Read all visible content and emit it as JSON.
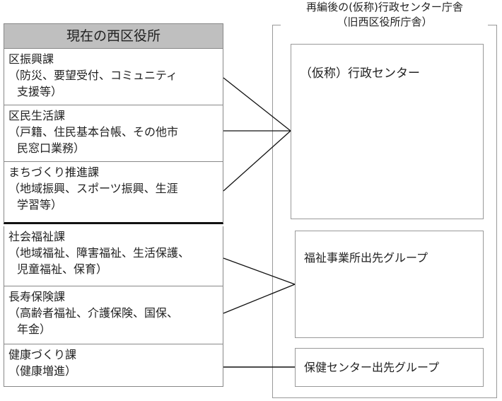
{
  "left": {
    "header": "現在の西区役所",
    "rows": [
      {
        "name": "区振興課",
        "detail": [
          "（防災、要望受付、コミュニティ",
          "支援等）"
        ]
      },
      {
        "name": "区民生活課",
        "detail": [
          "（戸籍、住民基本台帳、その他市",
          "民窓口業務）"
        ]
      },
      {
        "name": "まちづくり推進課",
        "detail": [
          "（地域振興、スポーツ振興、生涯",
          "学習等）"
        ]
      },
      {
        "name": "社会福祉課",
        "detail": [
          "（地域福祉、障害福祉、生活保護、",
          "児童福祉、保育）"
        ]
      },
      {
        "name": "長寿保険課",
        "detail": [
          "（高齢者福祉、介護保険、国保、",
          "年金）"
        ]
      },
      {
        "name": "健康づくり課",
        "detail": [
          "（健康増進）"
        ]
      }
    ]
  },
  "right": {
    "title_line1": "再編後の(仮称)行政センター庁舎",
    "title_line2": "（旧西区役所庁舎）",
    "boxes": [
      "（仮称）行政センター",
      "福祉事業所出先グループ",
      "保健センター出先グループ"
    ]
  }
}
